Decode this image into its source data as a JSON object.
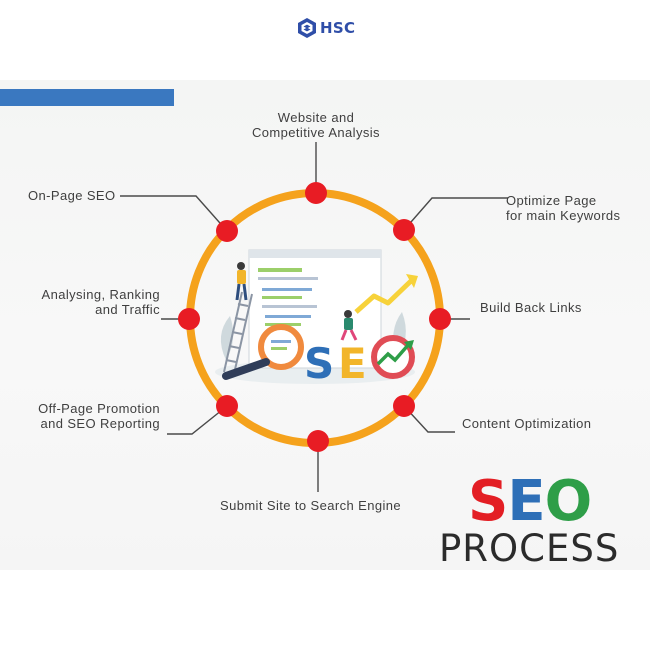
{
  "brand": {
    "name": "HSC",
    "icon": "hsc-logo-icon",
    "color": "#2f4ea8"
  },
  "colors": {
    "ring": "#f5a21c",
    "node": "#e81c24",
    "accent_bar": "#3a78c0",
    "seo_s": "#e31e24",
    "seo_e": "#2e6fb7",
    "seo_o": "#2e9e48"
  },
  "diagram": {
    "steps": [
      {
        "label": "Website and\nCompetitive Analysis"
      },
      {
        "label": "Optimize Page\nfor main Keywords"
      },
      {
        "label": "Build Back Links"
      },
      {
        "label": "Content Optimization"
      },
      {
        "label": "Submit Site to Search Engine"
      },
      {
        "label": "Off-Page Promotion\nand SEO Reporting"
      },
      {
        "label": "Analysing, Ranking\nand Traffic"
      },
      {
        "label": "On-Page SEO"
      }
    ],
    "center_illustration": {
      "word": "SEO",
      "icon": "seo-illustration"
    }
  },
  "title": {
    "s": "S",
    "e": "E",
    "o": "O",
    "subtitle": "PROCESS"
  }
}
